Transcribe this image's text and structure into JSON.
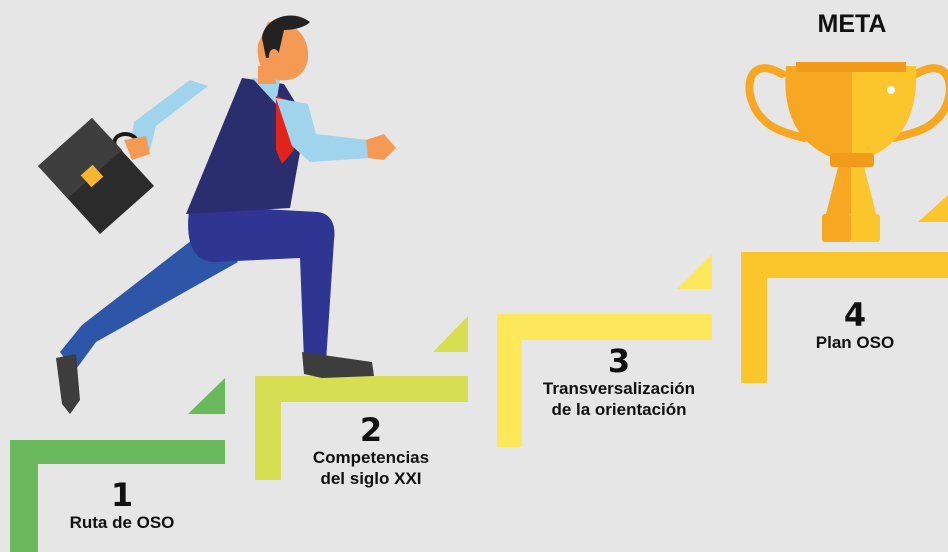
{
  "goal_label": "META",
  "steps": [
    {
      "number": "1",
      "lines": [
        "Ruta de OSO"
      ],
      "color": "#6ab85c"
    },
    {
      "number": "2",
      "lines": [
        "Competencias",
        "del siglo XXI"
      ],
      "color": "#d6de52"
    },
    {
      "number": "3",
      "lines": [
        "Transversalización",
        "de la orientación"
      ],
      "color": "#fce85a"
    },
    {
      "number": "4",
      "lines": [
        "Plan OSO"
      ],
      "color": "#fbc52c"
    }
  ],
  "colors": {
    "background": "#e6e6e6",
    "trophy_gold": "#f7a823",
    "trophy_highlight": "#fbc52c",
    "suit_vest": "#2a2d6e",
    "shirt": "#9fd4ec",
    "trousers": "#2d56a8",
    "tie": "#e2231a",
    "skin": "#f59a55",
    "briefcase": "#2b2b2b"
  }
}
